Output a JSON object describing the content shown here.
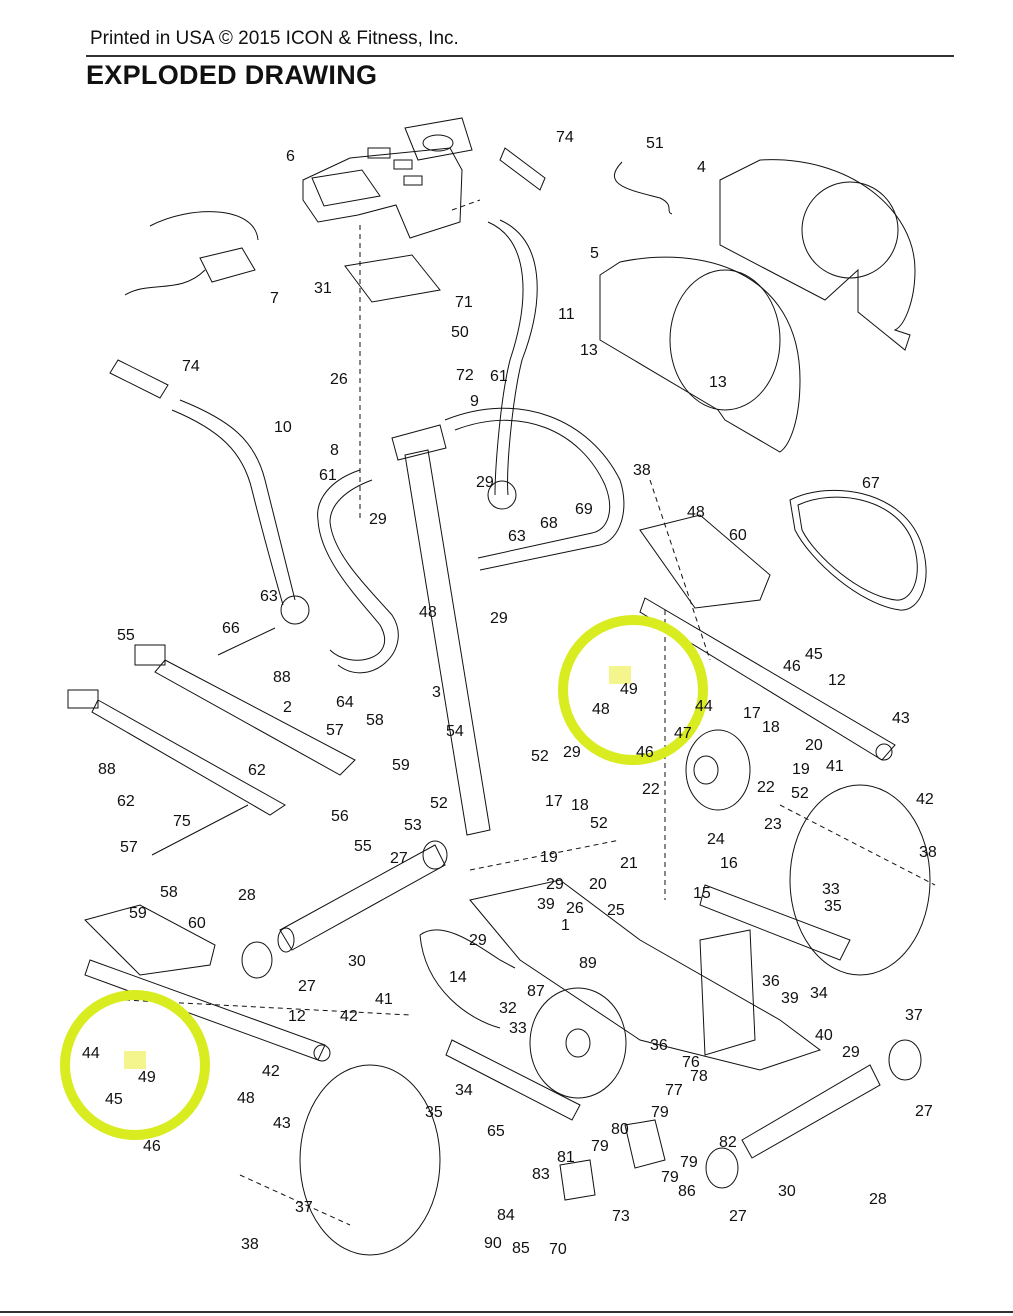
{
  "header": {
    "printed": "Printed in USA © 2015 ICON & Fitness, Inc.",
    "title": "EXPLODED DRAWING"
  },
  "highlight_color": "#d8ec1f",
  "highlight_text_bg": "#f4f58c",
  "labels": [
    {
      "text": "74"
    },
    {
      "text": "51"
    },
    {
      "text": "6"
    },
    {
      "text": "4"
    },
    {
      "text": "5"
    },
    {
      "text": "7"
    },
    {
      "text": "31"
    },
    {
      "text": "71"
    },
    {
      "text": "11"
    },
    {
      "text": "13"
    },
    {
      "text": "50"
    },
    {
      "text": "26"
    },
    {
      "text": "72"
    },
    {
      "text": "74"
    },
    {
      "text": "61"
    },
    {
      "text": "9"
    },
    {
      "text": "13"
    },
    {
      "text": "10"
    },
    {
      "text": "38"
    },
    {
      "text": "67"
    },
    {
      "text": "8"
    },
    {
      "text": "29"
    },
    {
      "text": "61"
    },
    {
      "text": "48"
    },
    {
      "text": "29"
    },
    {
      "text": "68"
    },
    {
      "text": "63"
    },
    {
      "text": "69"
    },
    {
      "text": "60"
    },
    {
      "text": "63"
    },
    {
      "text": "48"
    },
    {
      "text": "29"
    },
    {
      "text": "66"
    },
    {
      "text": "45"
    },
    {
      "text": "55"
    },
    {
      "text": "88"
    },
    {
      "text": "46"
    },
    {
      "text": "12"
    },
    {
      "text": "64"
    },
    {
      "text": "3"
    },
    {
      "text": "49"
    },
    {
      "text": "2"
    },
    {
      "text": "58"
    },
    {
      "text": "48"
    },
    {
      "text": "44"
    },
    {
      "text": "17"
    },
    {
      "text": "43"
    },
    {
      "text": "57"
    },
    {
      "text": "54"
    },
    {
      "text": "18"
    },
    {
      "text": "20"
    },
    {
      "text": "46"
    },
    {
      "text": "47"
    },
    {
      "text": "59"
    },
    {
      "text": "52"
    },
    {
      "text": "29"
    },
    {
      "text": "19"
    },
    {
      "text": "41"
    },
    {
      "text": "88"
    },
    {
      "text": "62"
    },
    {
      "text": "22"
    },
    {
      "text": "22"
    },
    {
      "text": "52"
    },
    {
      "text": "42"
    },
    {
      "text": "62"
    },
    {
      "text": "56"
    },
    {
      "text": "17"
    },
    {
      "text": "18"
    },
    {
      "text": "75"
    },
    {
      "text": "52"
    },
    {
      "text": "53"
    },
    {
      "text": "23"
    },
    {
      "text": "55"
    },
    {
      "text": "24"
    },
    {
      "text": "52"
    },
    {
      "text": "38"
    },
    {
      "text": "57"
    },
    {
      "text": "19"
    },
    {
      "text": "27"
    },
    {
      "text": "21"
    },
    {
      "text": "16"
    },
    {
      "text": "20"
    },
    {
      "text": "58"
    },
    {
      "text": "29"
    },
    {
      "text": "33"
    },
    {
      "text": "15"
    },
    {
      "text": "28"
    },
    {
      "text": "39"
    },
    {
      "text": "59"
    },
    {
      "text": "26"
    },
    {
      "text": "25"
    },
    {
      "text": "35"
    },
    {
      "text": "60"
    },
    {
      "text": "1"
    },
    {
      "text": "29"
    },
    {
      "text": "30"
    },
    {
      "text": "14"
    },
    {
      "text": "36"
    },
    {
      "text": "27"
    },
    {
      "text": "89"
    },
    {
      "text": "34"
    },
    {
      "text": "41"
    },
    {
      "text": "87"
    },
    {
      "text": "39"
    },
    {
      "text": "12"
    },
    {
      "text": "42"
    },
    {
      "text": "32"
    },
    {
      "text": "37"
    },
    {
      "text": "40"
    },
    {
      "text": "44"
    },
    {
      "text": "33"
    },
    {
      "text": "36"
    },
    {
      "text": "29"
    },
    {
      "text": "49"
    },
    {
      "text": "48"
    },
    {
      "text": "42"
    },
    {
      "text": "76"
    },
    {
      "text": "45"
    },
    {
      "text": "43"
    },
    {
      "text": "77"
    },
    {
      "text": "34"
    },
    {
      "text": "78"
    },
    {
      "text": "27"
    },
    {
      "text": "46"
    },
    {
      "text": "35"
    },
    {
      "text": "65"
    },
    {
      "text": "79"
    },
    {
      "text": "80"
    },
    {
      "text": "82"
    },
    {
      "text": "79"
    },
    {
      "text": "81"
    },
    {
      "text": "79"
    },
    {
      "text": "79"
    },
    {
      "text": "30"
    },
    {
      "text": "37"
    },
    {
      "text": "83"
    },
    {
      "text": "86"
    },
    {
      "text": "28"
    },
    {
      "text": "84"
    },
    {
      "text": "73"
    },
    {
      "text": "27"
    },
    {
      "text": "38"
    },
    {
      "text": "90"
    },
    {
      "text": "85"
    },
    {
      "text": "70"
    }
  ]
}
